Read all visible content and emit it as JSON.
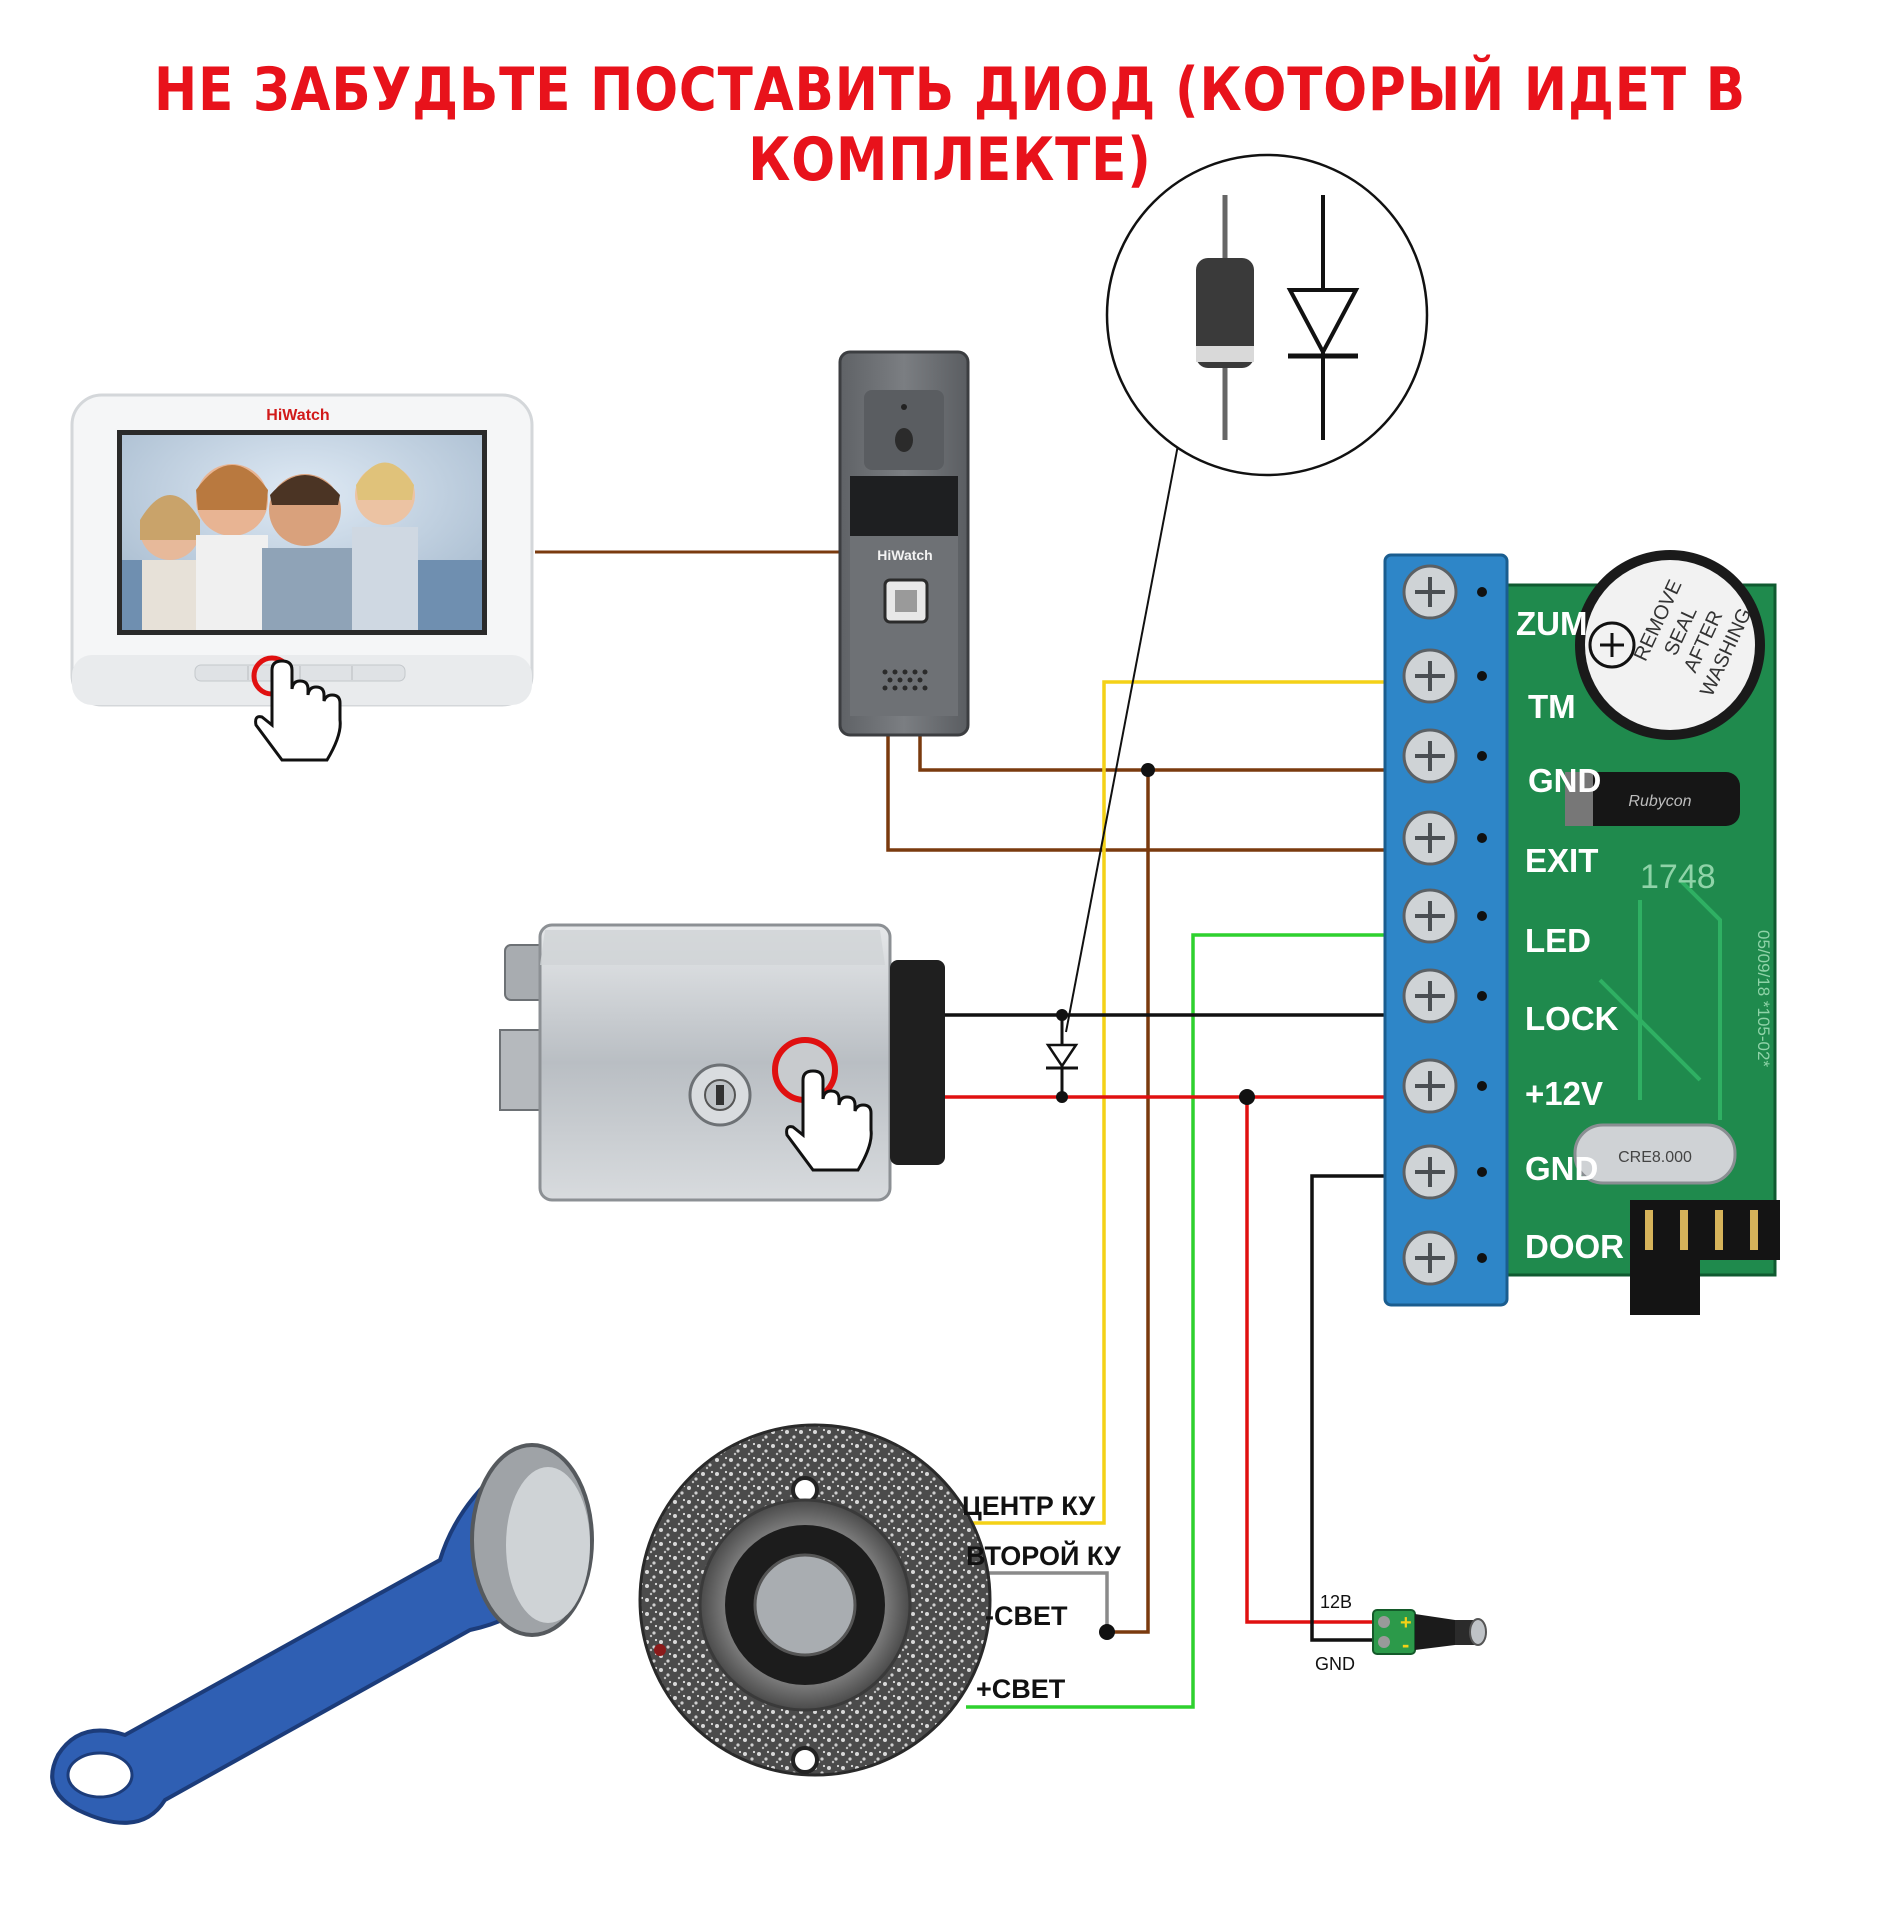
{
  "title": "НЕ ЗАБУДЬТЕ ПОСТАВИТЬ ДИОД (КОТОРЫЙ ИДЕТ В КОМПЛЕКТЕ)",
  "monitor": {
    "brand": "HiWatch"
  },
  "doorbell": {
    "brand": "HiWatch"
  },
  "controller": {
    "terminals": [
      "ZUM",
      "TM",
      "GND",
      "EXIT",
      "LED",
      "LOCK",
      "+12V",
      "GND",
      "DOOR"
    ],
    "buzzer_text": [
      "REMOVE",
      "SEAL",
      "AFTER",
      "WASHING"
    ],
    "pcb_marking": "05/09/18 *105-02*",
    "chip_marking": "1748",
    "capacitor_text": "Rubycon",
    "crystal_text": "CRE8.000"
  },
  "reader_wires": {
    "center": "ЦЕНТР КУ",
    "second": "ВТОРОЙ КУ",
    "minus_light": "-СВЕТ",
    "plus_light": "+СВЕТ"
  },
  "power": {
    "plus_label": "12В",
    "gnd_label": "GND",
    "plus_sign": "+",
    "minus_sign": "-"
  },
  "colors": {
    "title": "#e8121b",
    "brown": "#7a3a0e",
    "yellow": "#f4d117",
    "green": "#2ed12e",
    "red": "#e01010",
    "black": "#111111",
    "gray": "#8a8a8a",
    "terminal_blue": "#2e86c8",
    "pcb_green": "#1f8a4d"
  },
  "icons": [
    "hand-pointer-icon",
    "diode-icon",
    "diode-symbol-icon",
    "screw-icon"
  ]
}
